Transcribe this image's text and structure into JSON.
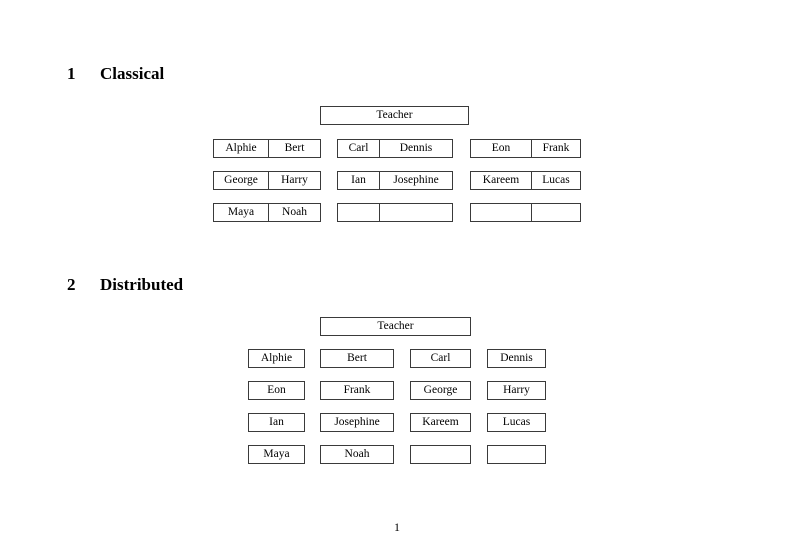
{
  "document": {
    "page_number": "1"
  },
  "sections": [
    {
      "number": "1",
      "title": "Classical",
      "teacher_label": "Teacher",
      "layout": "three-groups-of-two",
      "groups": [
        {
          "name": "left-group",
          "rows": [
            {
              "left": "Alphie",
              "right": "Bert"
            },
            {
              "left": "George",
              "right": "Harry"
            },
            {
              "left": "Maya",
              "right": "Noah"
            }
          ]
        },
        {
          "name": "middle-group",
          "rows": [
            {
              "left": "Carl",
              "right": "Dennis"
            },
            {
              "left": "Ian",
              "right": "Josephine"
            },
            {
              "left": "",
              "right": ""
            }
          ]
        },
        {
          "name": "right-group",
          "rows": [
            {
              "left": "Eon",
              "right": "Frank"
            },
            {
              "left": "Kareem",
              "right": "Lucas"
            },
            {
              "left": "",
              "right": ""
            }
          ]
        }
      ]
    },
    {
      "number": "2",
      "title": "Distributed",
      "teacher_label": "Teacher",
      "layout": "four-columns",
      "rows": [
        {
          "cells": [
            "Alphie",
            "Bert",
            "Carl",
            "Dennis"
          ]
        },
        {
          "cells": [
            "Eon",
            "Frank",
            "George",
            "Harry"
          ]
        },
        {
          "cells": [
            "Ian",
            "Josephine",
            "Kareem",
            "Lucas"
          ]
        },
        {
          "cells": [
            "Maya",
            "Noah",
            "",
            ""
          ]
        }
      ]
    }
  ],
  "colors": {
    "page_background": "#ffffff",
    "text": "#000000",
    "box_border": "#3a3a3a"
  }
}
